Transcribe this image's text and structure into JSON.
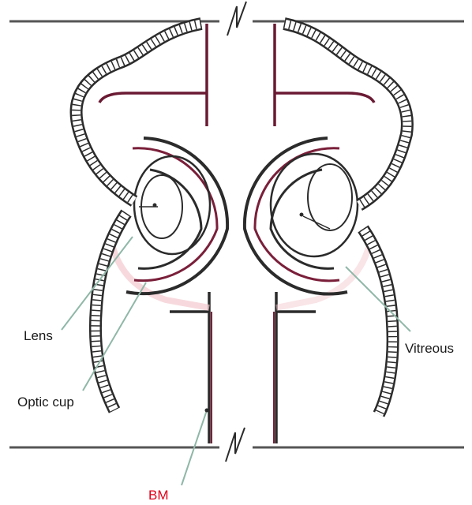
{
  "labels": {
    "lens": "Lens",
    "optic_cup": "Optic cup",
    "vitreous": "Vitreous",
    "bm": "BM"
  },
  "colors": {
    "line": "#2b2b2b",
    "membrane": "#7a1f3a",
    "bm_label": "#e0001a",
    "leader": "#8fb7a8",
    "pink_glow": "#f4c9cf"
  }
}
